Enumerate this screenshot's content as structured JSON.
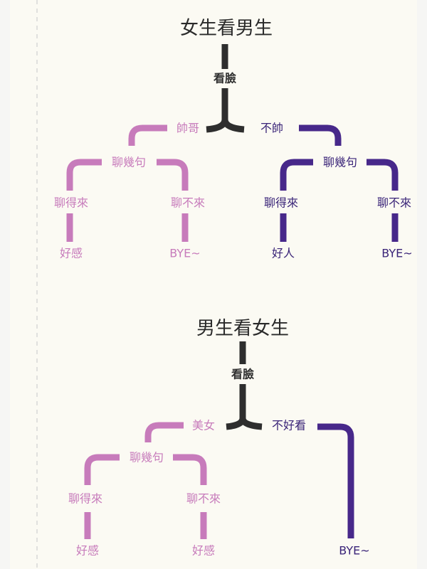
{
  "colors": {
    "pink": "#c77bbb",
    "purple": "#47288a",
    "dark": "#2e2e2e",
    "background": "#fbfaf3"
  },
  "diagram1": {
    "title": "女生看男生",
    "root": "看臉",
    "left": "帥哥",
    "right": "不帥",
    "left_chat": "聊幾句",
    "right_chat": "聊幾句",
    "left_ok": "聊得來",
    "left_no": "聊不來",
    "right_ok": "聊得來",
    "right_no": "聊不來",
    "left_ok_result": "好感",
    "left_no_result": "BYE~",
    "right_ok_result": "好人",
    "right_no_result": "BYE~"
  },
  "diagram2": {
    "title": "男生看女生",
    "root": "看臉",
    "left": "美女",
    "right": "不好看",
    "left_chat": "聊幾句",
    "left_ok": "聊得來",
    "left_no": "聊不來",
    "left_ok_result": "好感",
    "left_no_result": "好感",
    "right_result": "BYE~"
  }
}
